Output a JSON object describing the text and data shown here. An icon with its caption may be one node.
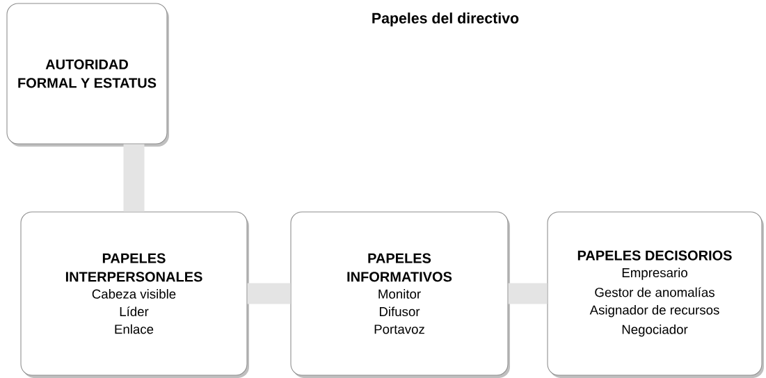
{
  "diagram": {
    "title": "Papeles del directivo",
    "nodes": [
      {
        "text": [
          "AUTORIDAD  FORMAL Y ESTATUS"
        ]
      },
      {
        "text": [
          "PAPELES INTERPERSONALES",
          "Cabeza visible",
          "Líder",
          "Enlace"
        ]
      },
      {
        "text": [
          "PAPELES INFORMATIVOS",
          "Monitor",
          "Difusor",
          "Portavoz"
        ]
      },
      {
        "text": [
          "PAPELES DECISORIOS",
          "Empresario",
          "Gestor de anomalías",
          "Asignador de recursos",
          "Negociador"
        ]
      }
    ],
    "edges": [
      {
        "from": 0,
        "to": 1,
        "arrow": "none"
      },
      {
        "from": 1,
        "to": 2,
        "arrow": "none"
      },
      {
        "from": 2,
        "to": 3,
        "arrow": "none"
      }
    ]
  }
}
